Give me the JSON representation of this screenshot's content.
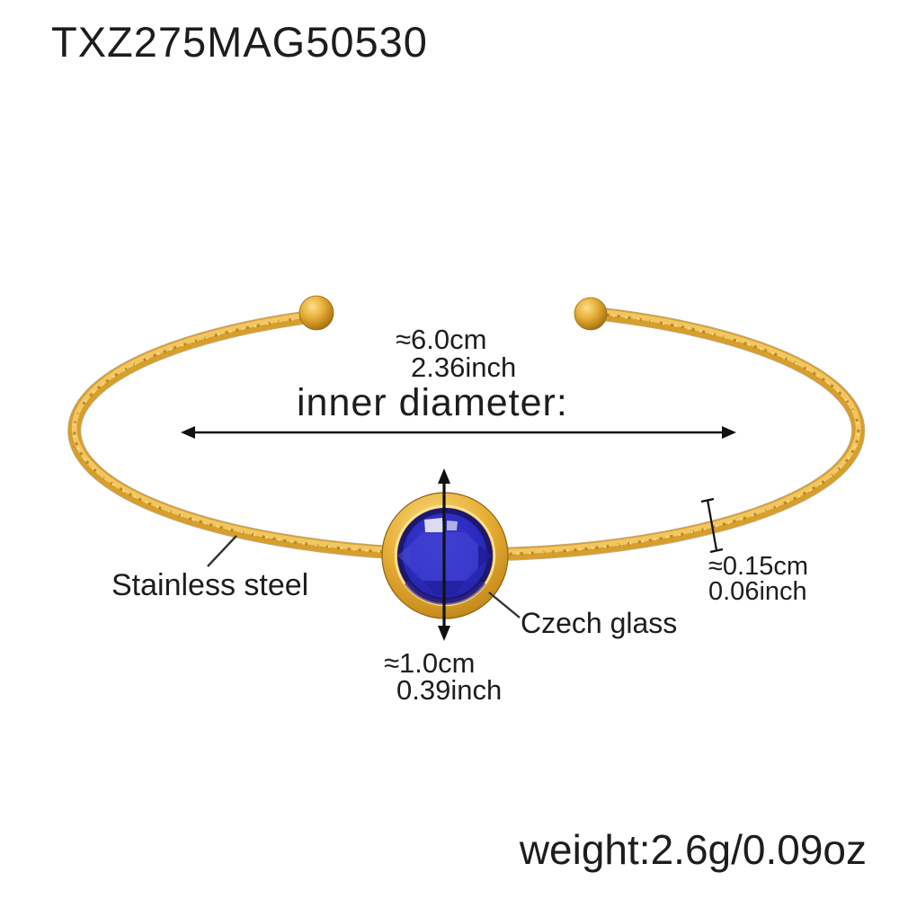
{
  "product": {
    "sku": "TXZ275MAG50530",
    "weight_label": "weight:2.6g/0.09oz"
  },
  "annotations": {
    "inner_diameter": {
      "label": "inner diameter:",
      "value_cm": "≈6.0cm",
      "value_inch": "2.36inch"
    },
    "stone_diameter": {
      "value_cm": "≈1.0cm",
      "value_inch": "0.39inch"
    },
    "wire_thickness": {
      "value_cm": "≈0.15cm",
      "value_inch": "0.06inch"
    },
    "material_band_label": "Stainless steel",
    "material_stone_label": "Czech glass"
  },
  "colors": {
    "background": "#ffffff",
    "text": "#1d1d1d",
    "gold_main": "#D79E2B",
    "gold_highlight": "#F6D06C",
    "gold_shadow": "#9A6C17",
    "glass_blue": "#2B2BBF",
    "glass_blue_dark": "#1B1464",
    "annotation_line": "#111111"
  }
}
